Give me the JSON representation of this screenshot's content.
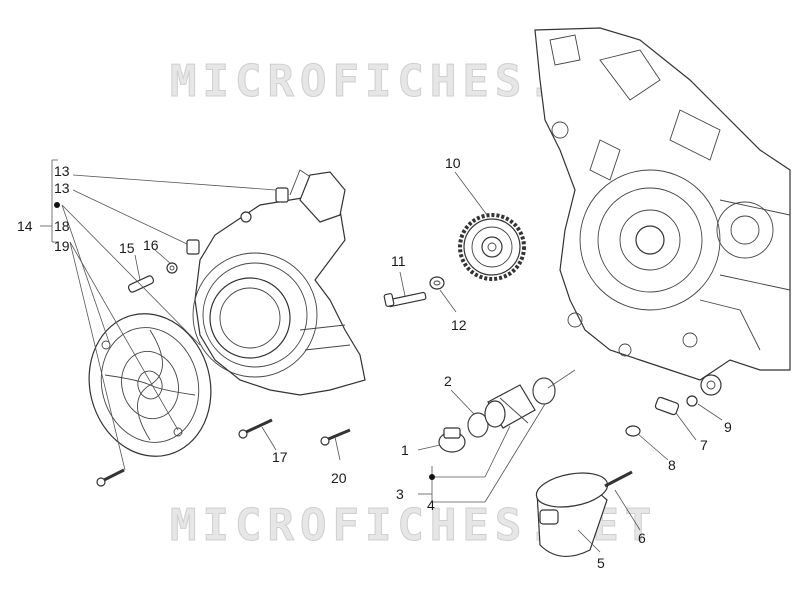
{
  "watermark": {
    "text": "MICROFICHES.NET"
  },
  "labels": {
    "p1": "1",
    "p2": "2",
    "p3": "3",
    "p4": "4",
    "p5": "5",
    "p6": "6",
    "p7": "7",
    "p8": "8",
    "p9": "9",
    "p10": "10",
    "p11": "11",
    "p12": "12",
    "p13a": "13",
    "p13b": "13",
    "p14": "14",
    "p15": "15",
    "p16": "16",
    "p17": "17",
    "p18": "18",
    "p19": "19",
    "p20": "20"
  },
  "colors": {
    "line": "#333333",
    "watermark": "#e6e6e6"
  }
}
